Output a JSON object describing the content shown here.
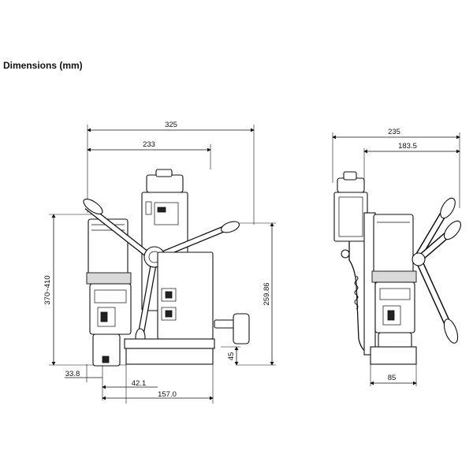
{
  "title": "Dimensions (mm)",
  "dimensions": {
    "front_total_width": "325",
    "front_width_233": "233",
    "front_height_range": "370~410",
    "front_height_259": "259.86",
    "front_base_45": "45",
    "front_offset_33": "33.8",
    "front_offset_42": "42.1",
    "front_base_157": "157.0",
    "side_total_width": "235",
    "side_width_183": "183.5",
    "side_base_85": "85"
  }
}
